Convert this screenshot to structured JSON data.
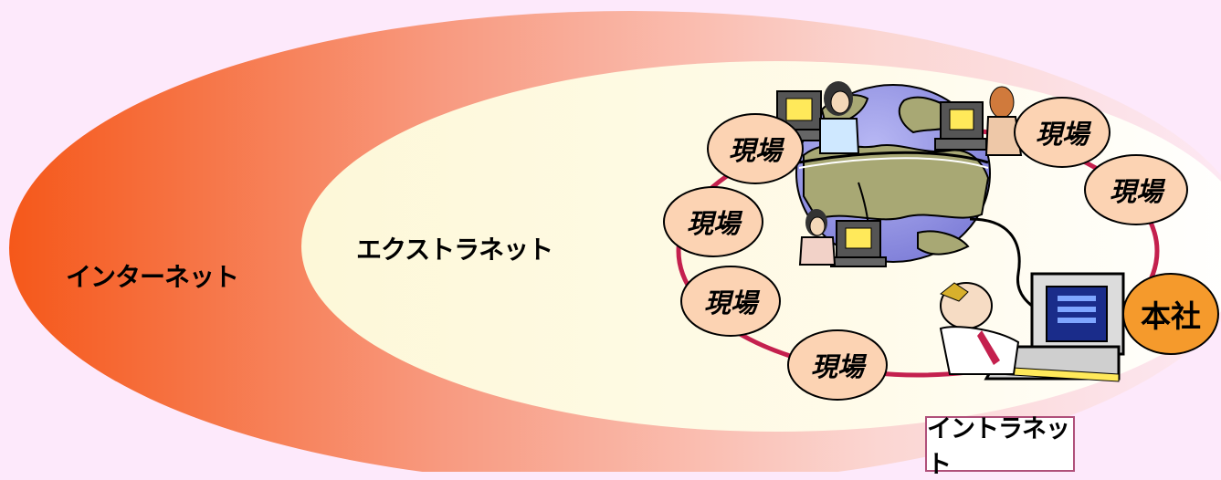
{
  "zones": {
    "internet": "インターネット",
    "extranet": "エクストラネット",
    "intranet": "イントラネット"
  },
  "sites": [
    {
      "label": "現場"
    },
    {
      "label": "現場"
    },
    {
      "label": "現場"
    },
    {
      "label": "現場"
    },
    {
      "label": "現場"
    },
    {
      "label": "現場"
    }
  ],
  "headquarters": {
    "label": "本社"
  },
  "colors": {
    "background": "#fde9fb",
    "internet_outer": "#f55a1a",
    "extranet_fill": "#fffbe6",
    "intranet_ring": "#c4204e",
    "site_fill": "#fcd3b3",
    "hq_fill": "#f59a2c"
  }
}
